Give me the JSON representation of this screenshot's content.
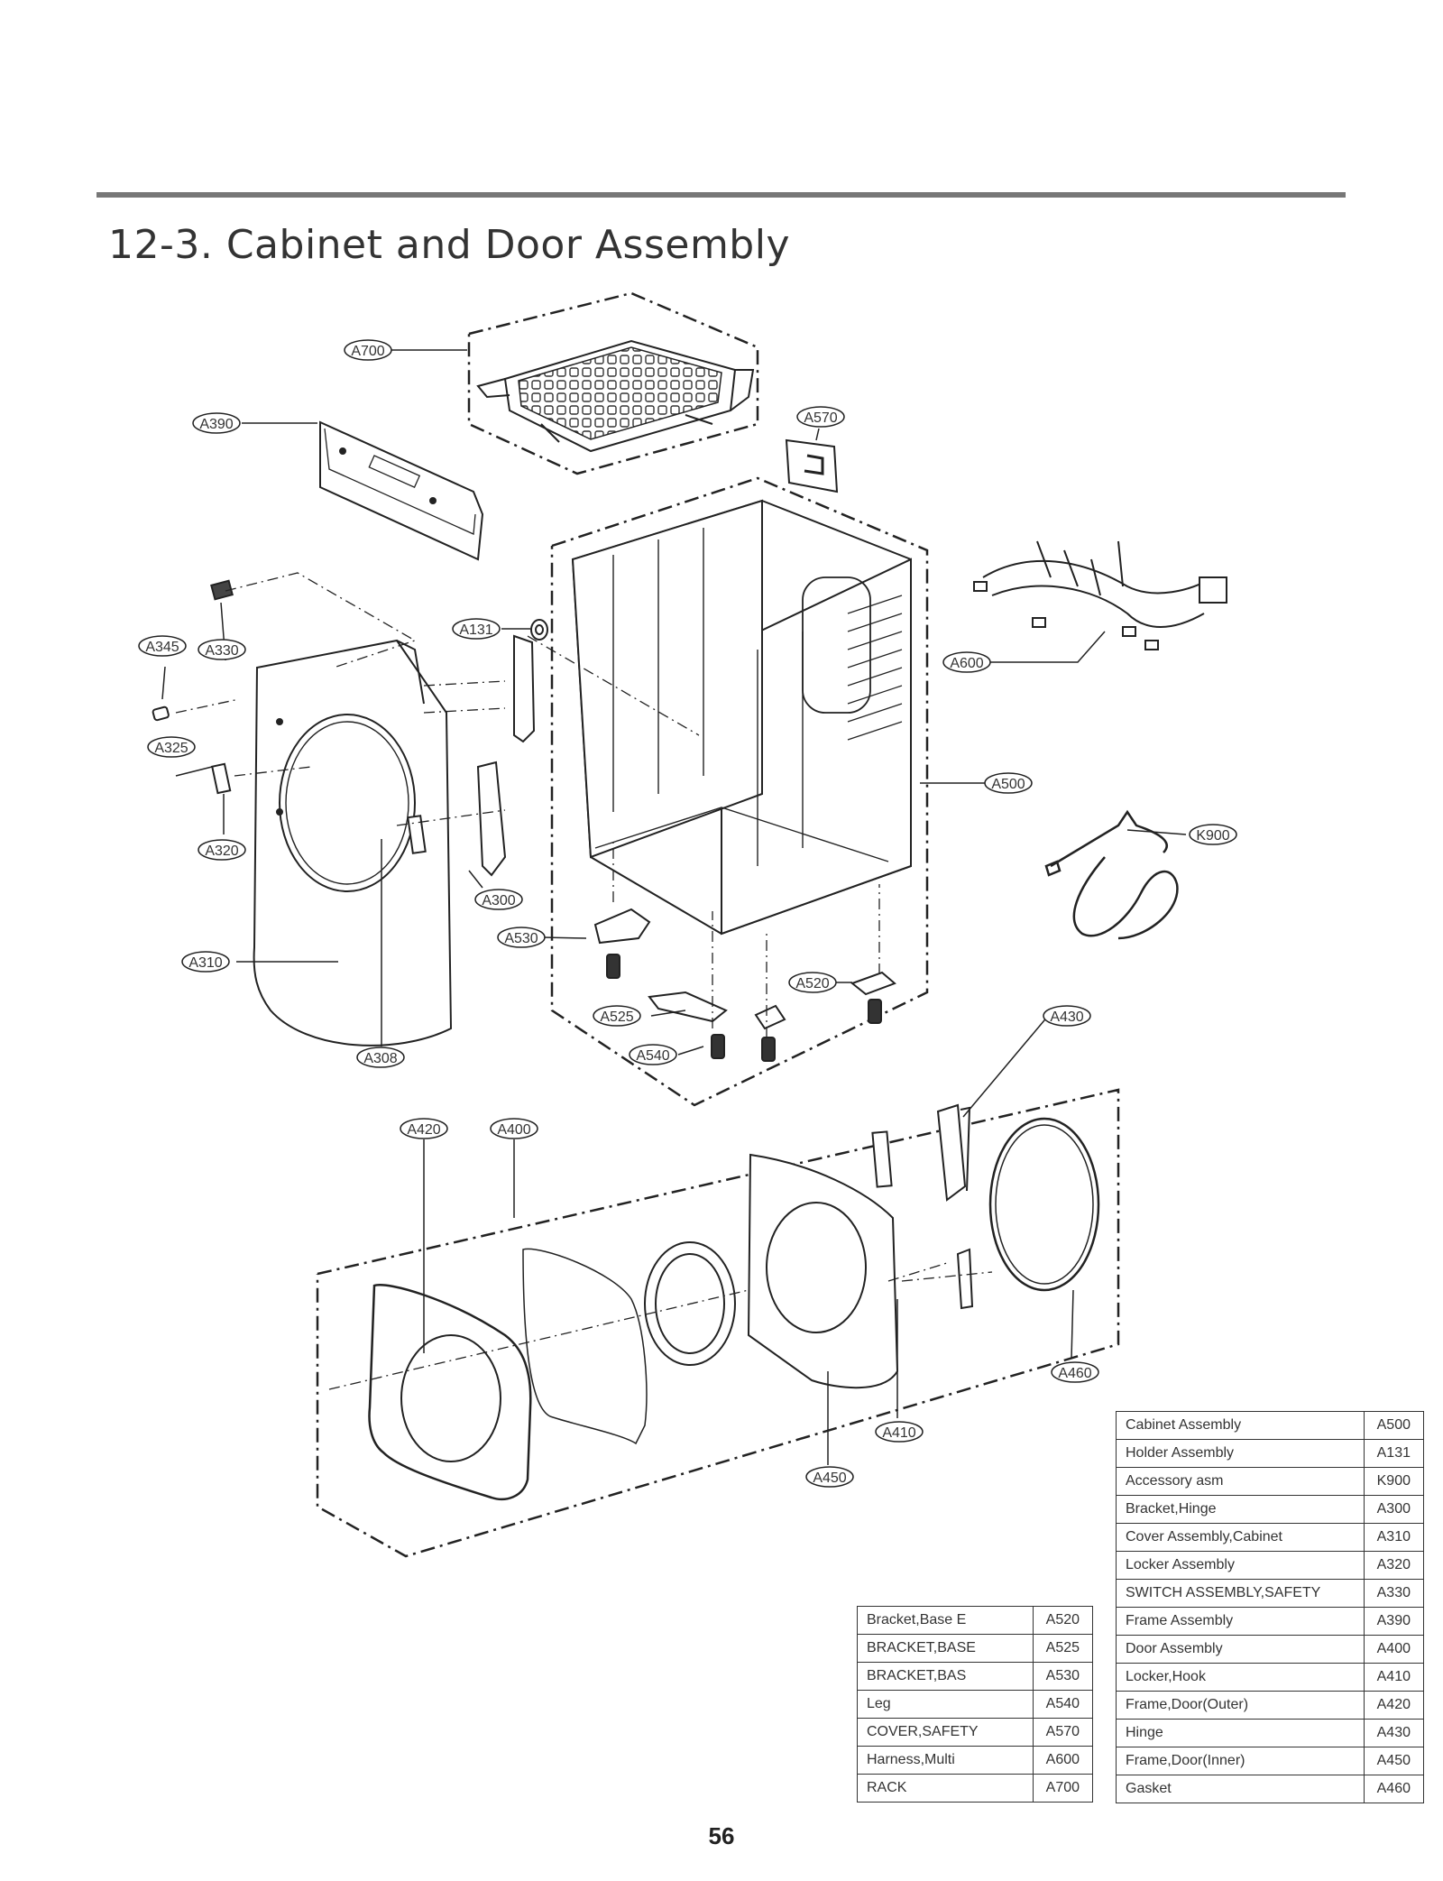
{
  "page": {
    "title": "12-3. Cabinet and Door Assembly",
    "page_number": "56"
  },
  "callouts": [
    "A700",
    "A390",
    "A570",
    "A131",
    "A345",
    "A330",
    "A600",
    "A325",
    "A500",
    "A320",
    "K900",
    "A300",
    "A530",
    "A310",
    "A520",
    "A525",
    "A430",
    "A308",
    "A540",
    "A420",
    "A400",
    "A460",
    "A410",
    "A450"
  ],
  "parts_table_left": [
    {
      "description": "Bracket,Base  E",
      "code": "A520"
    },
    {
      "description": "BRACKET,BASE",
      "code": "A525"
    },
    {
      "description": "BRACKET,BAS",
      "code": "A530"
    },
    {
      "description": "Leg",
      "code": "A540"
    },
    {
      "description": "COVER,SAFETY",
      "code": "A570"
    },
    {
      "description": "Harness,Multi",
      "code": "A600"
    },
    {
      "description": "RACK",
      "code": "A700"
    }
  ],
  "parts_table_right": [
    {
      "description": "Cabinet Assembly",
      "code": "A500"
    },
    {
      "description": "Holder Assembly",
      "code": "A131"
    },
    {
      "description": "Accessory asm",
      "code": "K900"
    },
    {
      "description": "Bracket,Hinge",
      "code": "A300"
    },
    {
      "description": "Cover Assembly,Cabinet",
      "code": "A310"
    },
    {
      "description": "Locker Assembly",
      "code": "A320"
    },
    {
      "description": "SWITCH ASSEMBLY,SAFETY",
      "code": "A330"
    },
    {
      "description": "Frame Assembly",
      "code": "A390"
    },
    {
      "description": "Door Assembly",
      "code": "A400"
    },
    {
      "description": "Locker,Hook",
      "code": "A410"
    },
    {
      "description": "Frame,Door(Outer)",
      "code": "A420"
    },
    {
      "description": "Hinge",
      "code": "A430"
    },
    {
      "description": "Frame,Door(Inner)",
      "code": "A450"
    },
    {
      "description": "Gasket",
      "code": "A460"
    }
  ]
}
